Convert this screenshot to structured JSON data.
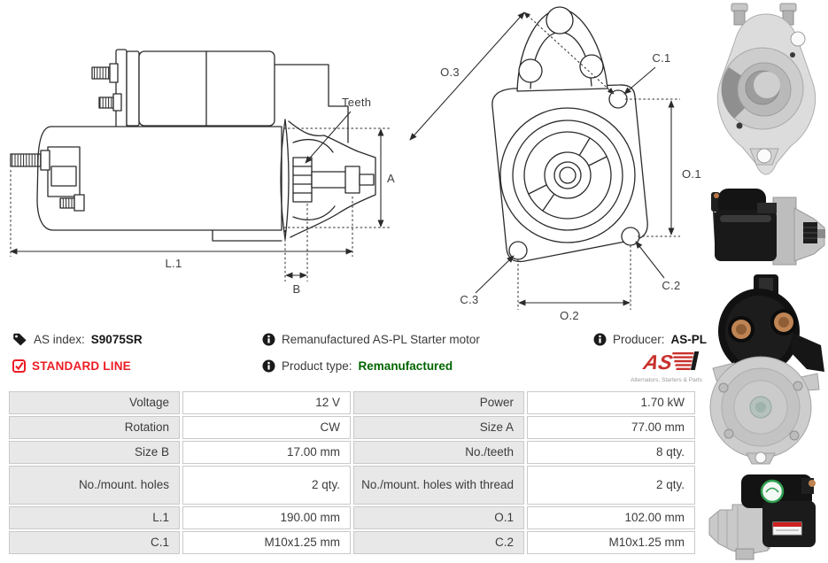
{
  "colors": {
    "accent_red": "#ed1c24",
    "accent_green": "#006400",
    "logo_red": "#c9302c",
    "table_label_bg": "#e8e8e8",
    "table_border": "#c9c9c9",
    "drawing_line": "#2b2b2b"
  },
  "drawings": {
    "side_view": {
      "teeth": "Teeth",
      "a": "A",
      "l1": "L.1",
      "b": "B"
    },
    "front_view": {
      "o3": "O.3",
      "c1": "C.1",
      "o1": "O.1",
      "c2": "C.2",
      "c3": "C.3",
      "o2": "O.2"
    }
  },
  "info": {
    "as_index_label": "AS index:",
    "as_index_value": "S9075SR",
    "standard_line_label": "STANDARD LINE",
    "description": "Remanufactured AS-PL Starter motor",
    "product_type_label": "Product type:",
    "product_type_value": "Remanufactured",
    "producer_label": "Producer:",
    "producer_value": "AS-PL",
    "logo_text": "AS",
    "logo_caption": "Alternators, Starters & Parts"
  },
  "table": {
    "rows": [
      [
        {
          "label": "Voltage",
          "value": "12 V"
        },
        {
          "label": "Power",
          "value": "1.70 kW"
        }
      ],
      [
        {
          "label": "Rotation",
          "value": "CW"
        },
        {
          "label": "Size A",
          "value": "77.00 mm"
        }
      ],
      [
        {
          "label": "Size B",
          "value": "17.00 mm"
        },
        {
          "label": "No./teeth",
          "value": "8 qty."
        }
      ],
      [
        {
          "label": "No./mount. holes",
          "value": "2 qty."
        },
        {
          "label": "No./mount. holes with thread",
          "value": "2 qty."
        }
      ],
      [
        {
          "label": "L.1",
          "value": "190.00 mm"
        },
        {
          "label": "O.1",
          "value": "102.00 mm"
        }
      ],
      [
        {
          "label": "C.1",
          "value": "M10x1.25 mm"
        },
        {
          "label": "C.2",
          "value": "M10x1.25 mm"
        }
      ]
    ]
  }
}
